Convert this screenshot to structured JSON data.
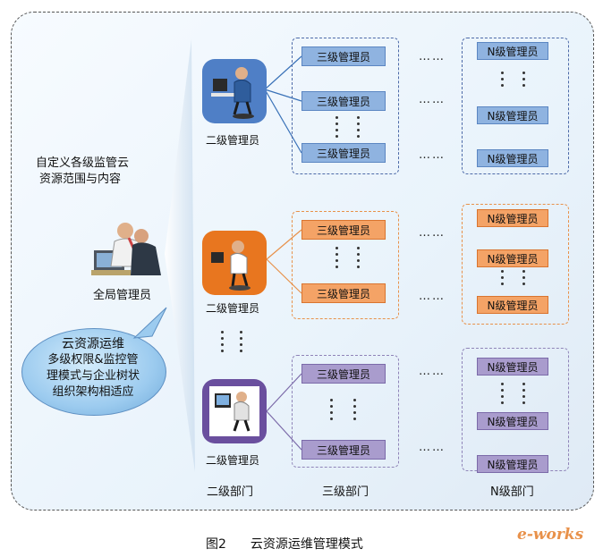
{
  "custom_scope_text": [
    "自定义各级监管云",
    "资源范围与内容"
  ],
  "global_admin": "全局管理员",
  "bubble_text": [
    "云资源运维",
    "多级权限&监控管",
    "理模式与企业树状",
    "组织架构相适应"
  ],
  "level2_admin_label": "二级管理员",
  "level3_admin_label": "三级管理员",
  "levelN_admin_label": "N级管理员",
  "ellipsis": "……",
  "columns": [
    "二级部门",
    "三级部门",
    "N级部门"
  ],
  "caption": {
    "figure": "图2",
    "title": "云资源运维管理模式"
  },
  "logo": "e-works",
  "colors": {
    "blue": "#8fb3e0",
    "orange": "#f4a366",
    "purple": "#a99ccd",
    "logo_orange": "#e8914a"
  }
}
